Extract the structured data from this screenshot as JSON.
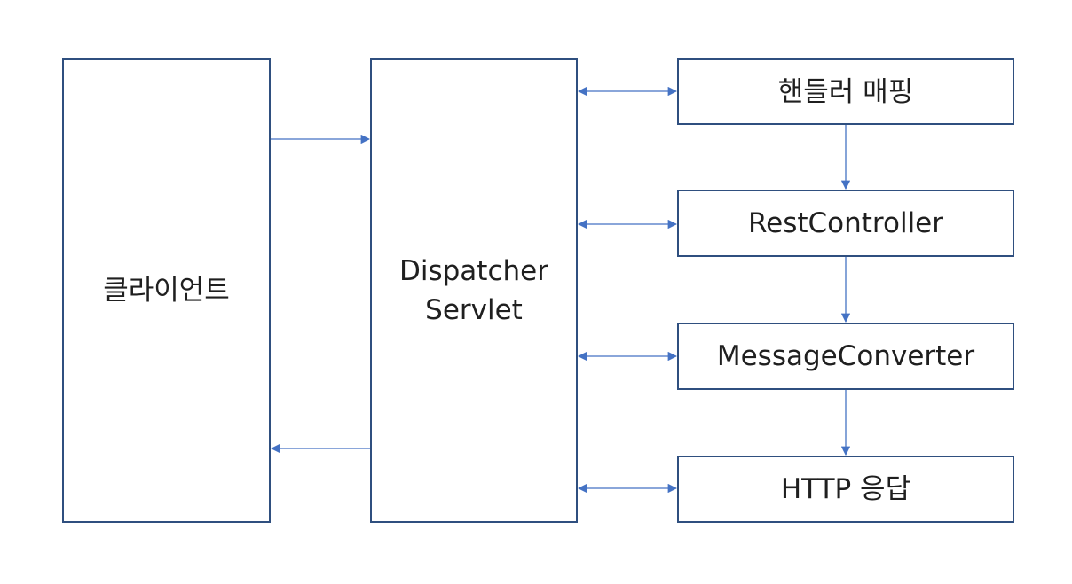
{
  "diagram": {
    "client_label": "클라이언트",
    "dispatcher_label_lines": [
      "Dispatcher",
      "Servlet"
    ],
    "handler_mapping_label": "핸들러 매핑",
    "rest_controller_label": "RestController",
    "message_converter_label": "MessageConverter",
    "http_response_label": "HTTP 응답",
    "colors": {
      "box_border": "#2f4f7f",
      "arrow": "#4472c4",
      "text": "#1f1f1f",
      "background": "#ffffff"
    }
  }
}
